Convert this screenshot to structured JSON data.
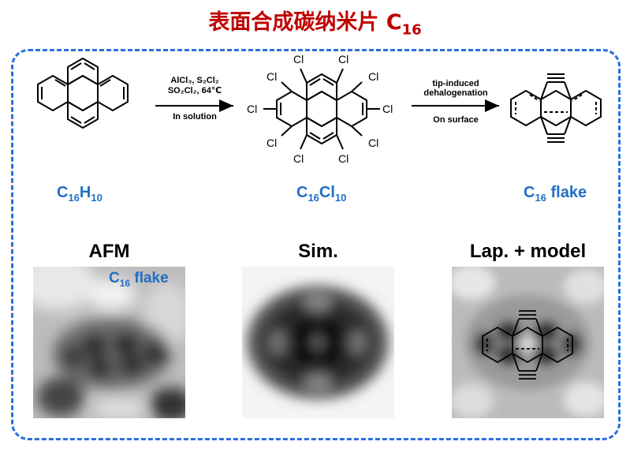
{
  "title": {
    "main": "表面合成碳纳米片 C",
    "sub": "16"
  },
  "reaction1": {
    "line1": "AlCl₃, S₂Cl₂",
    "line2": "SO₂Cl₂, 64℃",
    "line3": "In solution"
  },
  "reaction2": {
    "line1": "tip-induced",
    "line2": "dehalogenation",
    "line3": "On surface"
  },
  "chlorine_label": "Cl",
  "formulas": {
    "pyrene": {
      "a": "C",
      "a_sub": "16",
      "b": "H",
      "b_sub": "10"
    },
    "chlorinated": {
      "a": "C",
      "a_sub": "16",
      "b": "Cl",
      "b_sub": "10"
    },
    "flake": {
      "a": "C",
      "a_sub": "16",
      "b": " flake"
    }
  },
  "panels": {
    "afm": "AFM",
    "sim": "Sim.",
    "lap": "Lap. + model"
  },
  "afm_inset": {
    "a": "C",
    "a_sub": "16",
    "b": " flake"
  },
  "colors": {
    "title": "#c00000",
    "accent": "#1f6fc4",
    "frame": "#2b6fde"
  }
}
